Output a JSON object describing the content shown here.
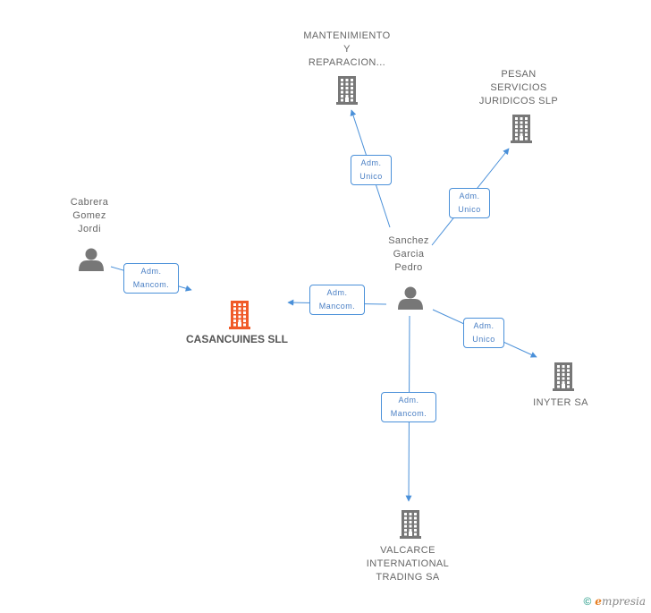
{
  "colors": {
    "edge": "#4a90d9",
    "building": "#777777",
    "building_main": "#f05a28",
    "person": "#777777"
  },
  "nodes": [
    {
      "id": "mantenimiento",
      "label": "MANTENIMIENTO\nY\nREPARACION...",
      "type": "company",
      "icon": "building-icon"
    },
    {
      "id": "pesan",
      "label": "PESAN\nSERVICIOS\nJURIDICOS SLP",
      "type": "company",
      "icon": "building-icon"
    },
    {
      "id": "cabrera",
      "label": "Cabrera\nGomez\nJordi",
      "type": "person",
      "icon": "person-icon"
    },
    {
      "id": "sanchez",
      "label": "Sanchez\nGarcia\nPedro",
      "type": "person",
      "icon": "person-icon"
    },
    {
      "id": "casancuines",
      "label": "CASANCUINES SLL",
      "type": "company-main",
      "icon": "building-icon"
    },
    {
      "id": "inyter",
      "label": "INYTER SA",
      "type": "company",
      "icon": "building-icon"
    },
    {
      "id": "valcarce",
      "label": "VALCARCE\nINTERNATIONAL\nTRADING SA",
      "type": "company",
      "icon": "building-icon"
    }
  ],
  "edges": [
    {
      "from": "sanchez",
      "to": "mantenimiento",
      "label": "Adm.\nUnico"
    },
    {
      "from": "sanchez",
      "to": "pesan",
      "label": "Adm.\nUnico"
    },
    {
      "from": "cabrera",
      "to": "casancuines",
      "label": "Adm.\nMancom."
    },
    {
      "from": "sanchez",
      "to": "casancuines",
      "label": "Adm.\nMancom."
    },
    {
      "from": "sanchez",
      "to": "inyter",
      "label": "Adm.\nUnico"
    },
    {
      "from": "sanchez",
      "to": "valcarce",
      "label": "Adm.\nMancom."
    }
  ],
  "watermark": {
    "copyright": "©",
    "brand_initial": "e",
    "brand_rest": "mpresia"
  }
}
